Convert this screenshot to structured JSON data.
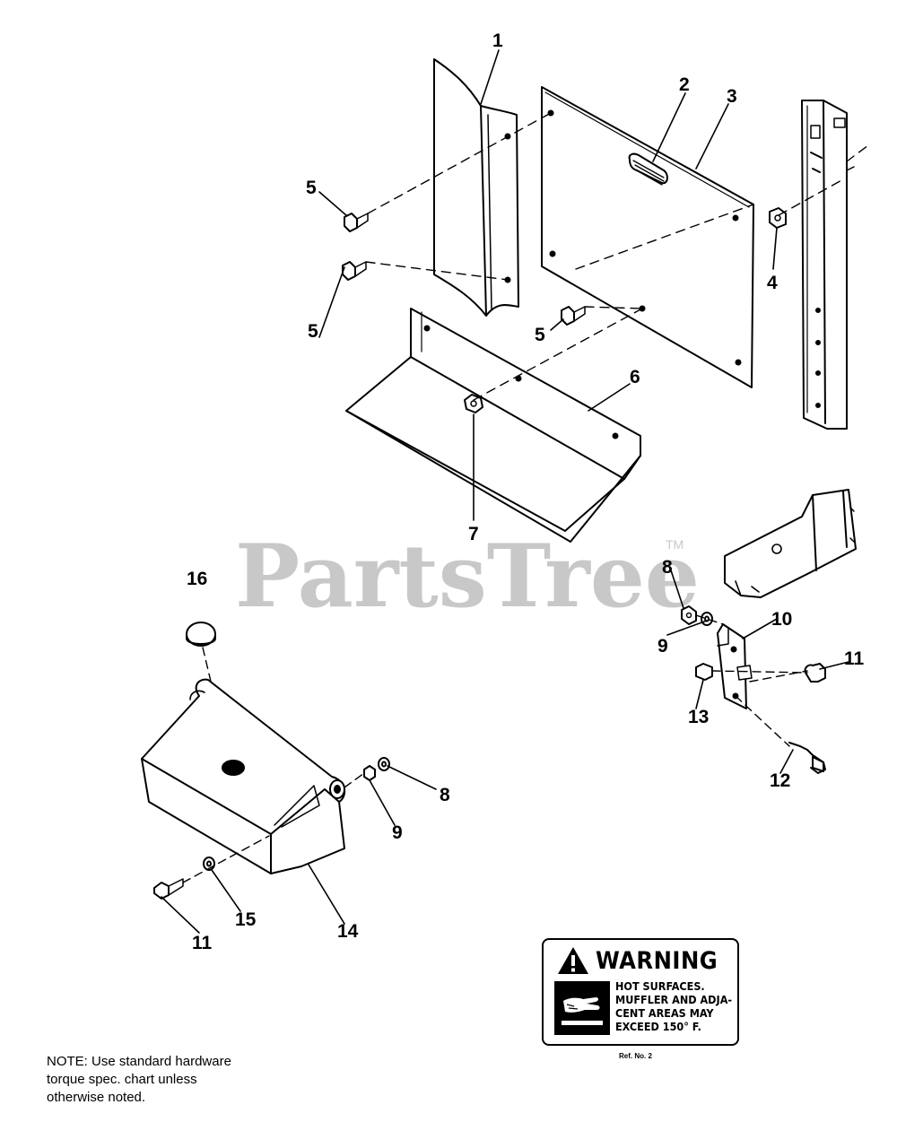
{
  "watermark": {
    "text": "PartsTree",
    "tm": "TM"
  },
  "callouts": [
    {
      "id": "c1",
      "label": "1"
    },
    {
      "id": "c2",
      "label": "2"
    },
    {
      "id": "c3",
      "label": "3"
    },
    {
      "id": "c4",
      "label": "4"
    },
    {
      "id": "c5a",
      "label": "5"
    },
    {
      "id": "c5b",
      "label": "5"
    },
    {
      "id": "c5c",
      "label": "5"
    },
    {
      "id": "c6",
      "label": "6"
    },
    {
      "id": "c7",
      "label": "7"
    },
    {
      "id": "c8a",
      "label": "8"
    },
    {
      "id": "c8b",
      "label": "8"
    },
    {
      "id": "c9a",
      "label": "9"
    },
    {
      "id": "c9b",
      "label": "9"
    },
    {
      "id": "c10",
      "label": "10"
    },
    {
      "id": "c11a",
      "label": "11"
    },
    {
      "id": "c11b",
      "label": "11"
    },
    {
      "id": "c12",
      "label": "12"
    },
    {
      "id": "c13",
      "label": "13"
    },
    {
      "id": "c14",
      "label": "14"
    },
    {
      "id": "c15",
      "label": "15"
    },
    {
      "id": "c16",
      "label": "16"
    }
  ],
  "note": {
    "lines": [
      "NOTE: Use standard hardware",
      "torque spec. chart unless",
      "otherwise noted."
    ]
  },
  "warning_label": {
    "title": "WARNING",
    "lines": [
      "HOT SURFACES.",
      "MUFFLER AND ADJA-",
      "CENT AREAS MAY",
      "EXCEED 150° F."
    ],
    "ref": "Ref. No. 2"
  }
}
